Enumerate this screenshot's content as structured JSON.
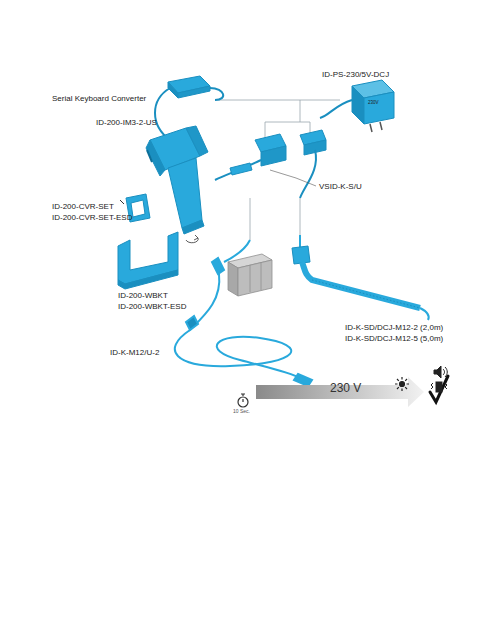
{
  "diagram": {
    "labels": [
      "Serial Keyboard Converter",
      "ID-PS-230/5V-DCJ",
      "230V",
      "ID-200-IM3-2-US",
      "VSID-K-S/U",
      "ID-200-CVR-SET",
      "ID-200-CVR-SET-ESD",
      "ID-200-WBKT",
      "ID-200-WBKT-ESD",
      "ID-K-SD/DCJ-M12-2 (2,0m)",
      "ID-K-SD/DCJ-M12-5 (5,0m)",
      "ID-K-M12/U-2",
      "230 V",
      "10 Sec."
    ]
  }
}
